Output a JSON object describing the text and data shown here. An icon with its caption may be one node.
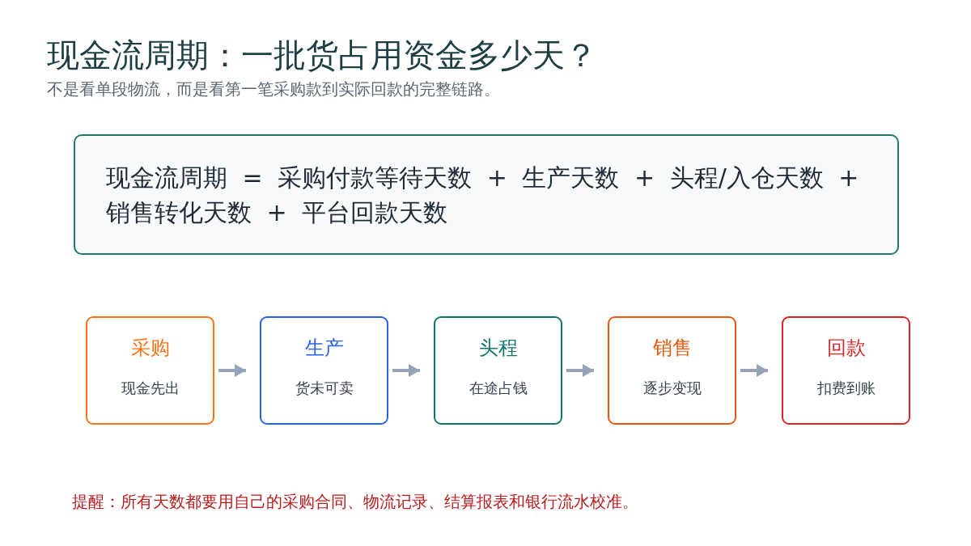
{
  "diagram": {
    "title": "现金流周期：一批货占用资金多少天？",
    "nodes": [
      {
        "text": [
          "现金流周期 = 采购付款等待天数 + 生产天数 + 头程/入仓天数 + 销售转化天数 + 平台回款天数"
        ]
      },
      {
        "text": [
          "采购",
          "现金先出"
        ]
      },
      {
        "text": [
          "生产",
          "货未可卖"
        ]
      },
      {
        "text": [
          "头程",
          "在途占钱"
        ]
      },
      {
        "text": [
          "销售",
          "逐步变现"
        ]
      },
      {
        "text": [
          "回款",
          "扣费到账"
        ]
      }
    ],
    "edges": [
      {
        "from": 1,
        "to": 2,
        "arrow": "to"
      },
      {
        "from": 2,
        "to": 3,
        "arrow": "to"
      },
      {
        "from": 3,
        "to": 4,
        "arrow": "to"
      },
      {
        "from": 4,
        "to": 5,
        "arrow": "to"
      }
    ],
    "labels": [
      "不是看单段物流，而是看第一笔采购款到实际回款的完整链路。",
      "提醒：所有天数都要用自己的采购合同、物流记录、结算报表和银行流水校准。"
    ]
  }
}
